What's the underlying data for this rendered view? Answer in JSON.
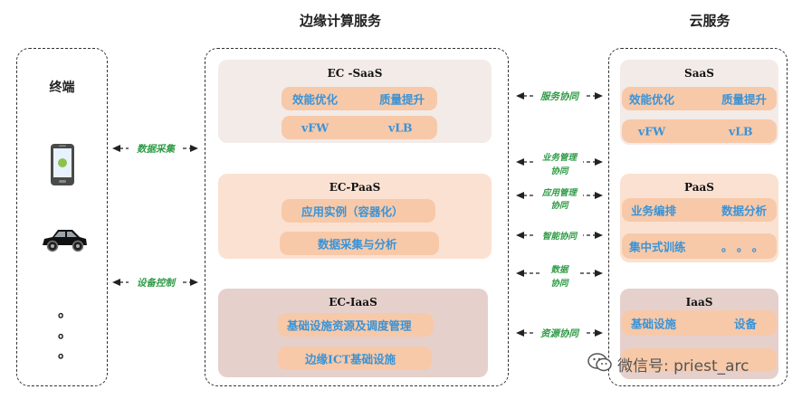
{
  "headers": {
    "edge": "边缘计算服务",
    "cloud": "云服务"
  },
  "terminal": {
    "title": "终端",
    "dots": [
      "。",
      "。",
      "。"
    ]
  },
  "edge": {
    "saas": {
      "title": "EC -SaaS",
      "row1": [
        "效能优化",
        "质量提升"
      ],
      "row2": [
        "vFW",
        "vLB"
      ]
    },
    "paas": {
      "title": "EC-PaaS",
      "row1": "应用实例（容器化）",
      "row2": "数据采集与分析"
    },
    "iaas": {
      "title": "EC-IaaS",
      "row1": "基础设施资源及调度管理",
      "row2": "边缘ICT基础设施"
    }
  },
  "cloud": {
    "saas": {
      "title": "SaaS",
      "row1": [
        "效能优化",
        "质量提升"
      ],
      "row2": [
        "vFW",
        "vLB"
      ]
    },
    "paas": {
      "title": "PaaS",
      "row1": [
        "业务编排",
        "数据分析"
      ],
      "row2": [
        "集中式训练",
        "。 。 。"
      ]
    },
    "iaas": {
      "title": "IaaS",
      "row1": [
        "基础设施",
        "设备"
      ]
    }
  },
  "arrows_left": {
    "collect": "数据采集",
    "control": "设备控制"
  },
  "arrows_right": {
    "service": "服务协同",
    "biz_mgmt": [
      "业务管理",
      "协同"
    ],
    "app_mgmt": [
      "应用管理",
      "协同"
    ],
    "smart": "智能协同",
    "data": [
      "数据",
      "协同"
    ],
    "resource": "资源协同"
  },
  "watermark": "微信号: priest_arc",
  "colors": {
    "saas_bg": "#f2ebe8",
    "paas_bg": "#fbe1d1",
    "iaas_bg": "#e6d0cc",
    "pill": "#f7c9a9",
    "accent_text": "#3a93d6",
    "arrow_label": "#2e9b45"
  }
}
